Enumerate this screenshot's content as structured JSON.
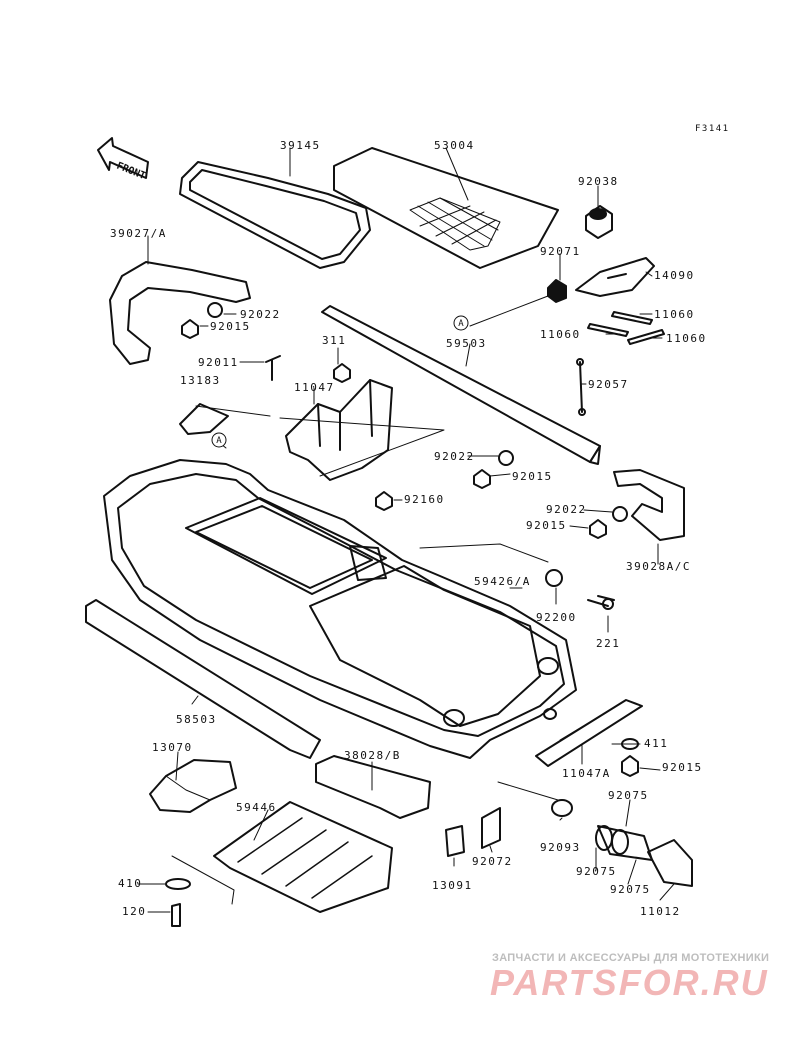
{
  "figure_code": "F3141",
  "front_label": "FRONT",
  "callout_letter": "A",
  "watermark": {
    "tagline": "ЗАПЧАСТИ И АКСЕССУАРЫ ДЛЯ МОТОТЕХНИКИ",
    "logo": "PARTSFOR.RU",
    "color": "#f2b6b6"
  },
  "part_labels": {
    "p39145": "39145",
    "p53004": "53004",
    "p92038": "92038",
    "p39027": "39027/A",
    "p92071": "92071",
    "p14090": "14090",
    "p92022a": "92022",
    "p92015a": "92015",
    "p11060a": "11060",
    "p11060b": "11060",
    "p11060c": "11060",
    "p59503": "59503",
    "p311": "311",
    "p92011": "92011",
    "p11047": "11047",
    "p92057": "92057",
    "p13183": "13183",
    "p92022b": "92022",
    "p92015b": "92015",
    "p92160": "92160",
    "p92022c": "92022",
    "p92015c": "92015",
    "p39028": "39028A/C",
    "p59426": "59426/A",
    "p92200": "92200",
    "p221": "221",
    "p58503": "58503",
    "p13070": "13070",
    "p38028": "38028/B",
    "p411": "411",
    "p11047a": "11047A",
    "p92015d": "92015",
    "p92075a": "92075",
    "p59446": "59446",
    "p92093": "92093",
    "p92072": "92072",
    "p13091": "13091",
    "p92075b": "92075",
    "p92075c": "92075",
    "p410": "410",
    "p11012": "11012",
    "p120": "120"
  }
}
